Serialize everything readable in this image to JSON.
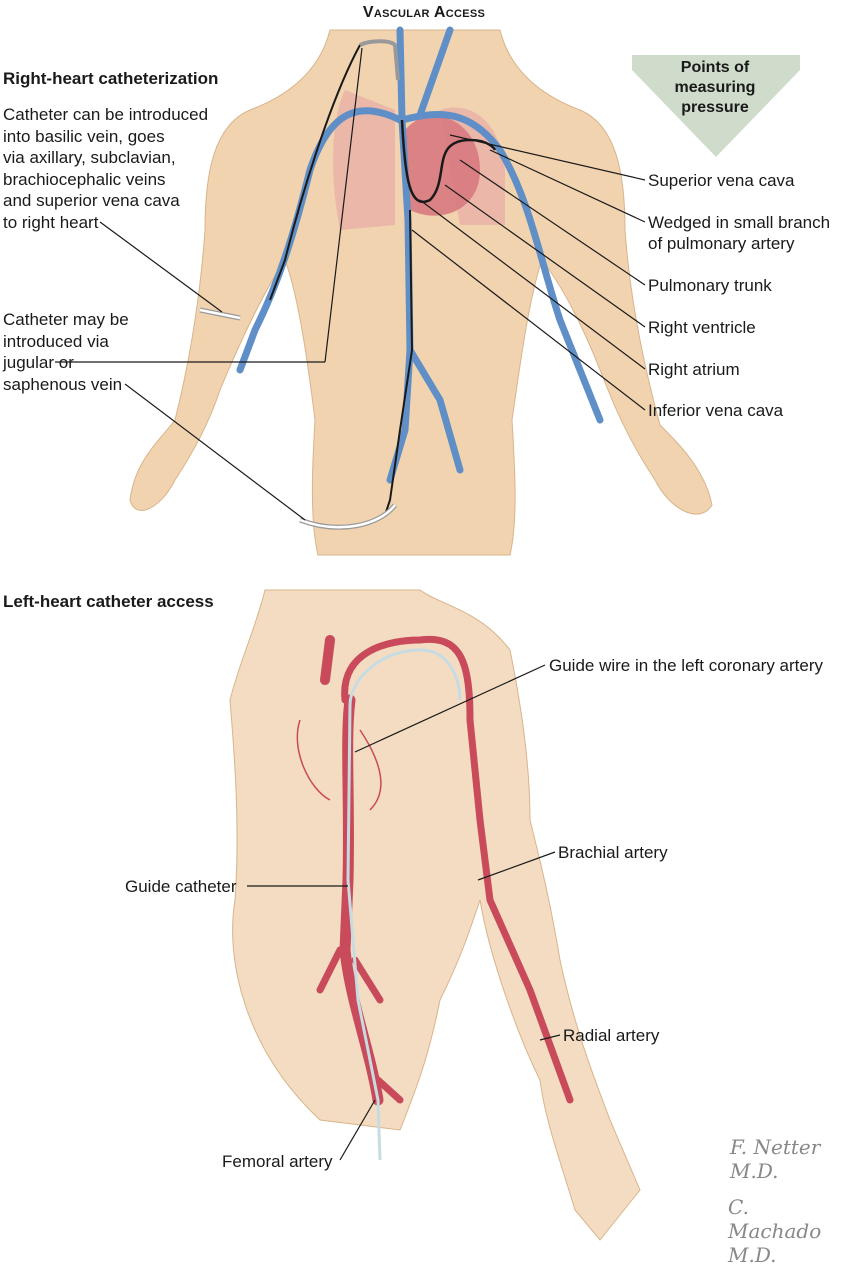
{
  "title": "Vascular Access",
  "right_heart": {
    "heading": "Right-heart catheterization",
    "basilic_note": [
      "Catheter can be introduced",
      "into basilic vein, goes",
      "via axillary, subclavian,",
      "brachiocephalic veins",
      "and superior vena cava",
      "to right heart"
    ],
    "jugular_note": [
      "Catheter may be",
      "introduced via",
      "jugular or",
      "saphenous vein"
    ],
    "arrow_label": [
      "Points of",
      "measuring",
      "pressure"
    ],
    "labels": [
      "Superior vena cava",
      "Wedged in small branch",
      "of pulmonary artery",
      "Pulmonary trunk",
      "Right ventricle",
      "Right atrium",
      "Inferior vena cava"
    ]
  },
  "left_heart": {
    "heading": "Left-heart catheter access",
    "labels": {
      "guide_wire": "Guide wire in the left coronary artery",
      "brachial": "Brachial artery",
      "guide_catheter": "Guide catheter",
      "radial": "Radial artery",
      "femoral": "Femoral artery"
    }
  },
  "signatures": [
    "F. Netter M.D.",
    "C. Machado M.D."
  ],
  "colors": {
    "skin": "#f1d3b0",
    "vein": "#5f8fc6",
    "artery": "#c94a5a",
    "lung": "#e8b0a8",
    "arrow": "#cfdccb"
  }
}
